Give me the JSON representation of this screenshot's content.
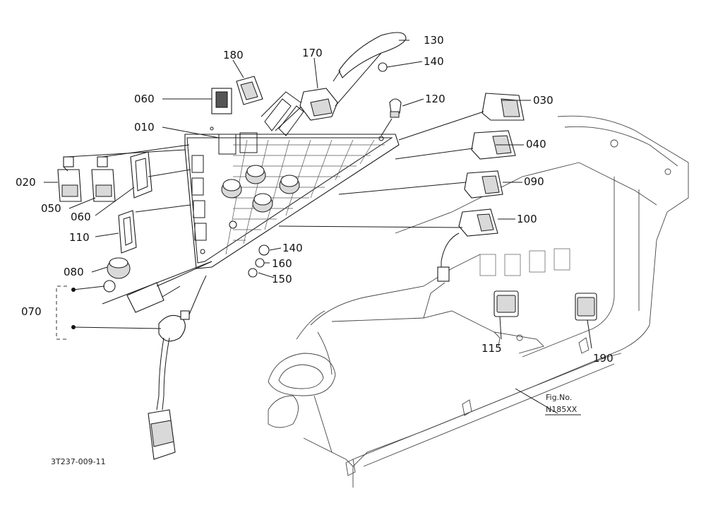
{
  "figure": {
    "part_numbers": [
      "010",
      "020",
      "030",
      "040",
      "050",
      "060",
      "060",
      "070",
      "080",
      "090",
      "100",
      "110",
      "115",
      "120",
      "130",
      "140",
      "140",
      "150",
      "160",
      "170",
      "180",
      "190"
    ],
    "fig_no_label": "Fig.No.",
    "fig_no_value": "N185XX",
    "drawing_code": "3T237-009-11"
  },
  "labels": [
    {
      "id": "130",
      "text": "130"
    },
    {
      "id": "140a",
      "text": "140"
    },
    {
      "id": "170",
      "text": "170"
    },
    {
      "id": "180",
      "text": "180"
    },
    {
      "id": "120",
      "text": "120"
    },
    {
      "id": "030",
      "text": "030"
    },
    {
      "id": "060a",
      "text": "060"
    },
    {
      "id": "010",
      "text": "010"
    },
    {
      "id": "040",
      "text": "040"
    },
    {
      "id": "020",
      "text": "020"
    },
    {
      "id": "090",
      "text": "090"
    },
    {
      "id": "050",
      "text": "050"
    },
    {
      "id": "060b",
      "text": "060"
    },
    {
      "id": "100",
      "text": "100"
    },
    {
      "id": "110",
      "text": "110"
    },
    {
      "id": "140b",
      "text": "140"
    },
    {
      "id": "160",
      "text": "160"
    },
    {
      "id": "080",
      "text": "080"
    },
    {
      "id": "150",
      "text": "150"
    },
    {
      "id": "070",
      "text": "070"
    },
    {
      "id": "115",
      "text": "115"
    },
    {
      "id": "190",
      "text": "190"
    }
  ]
}
